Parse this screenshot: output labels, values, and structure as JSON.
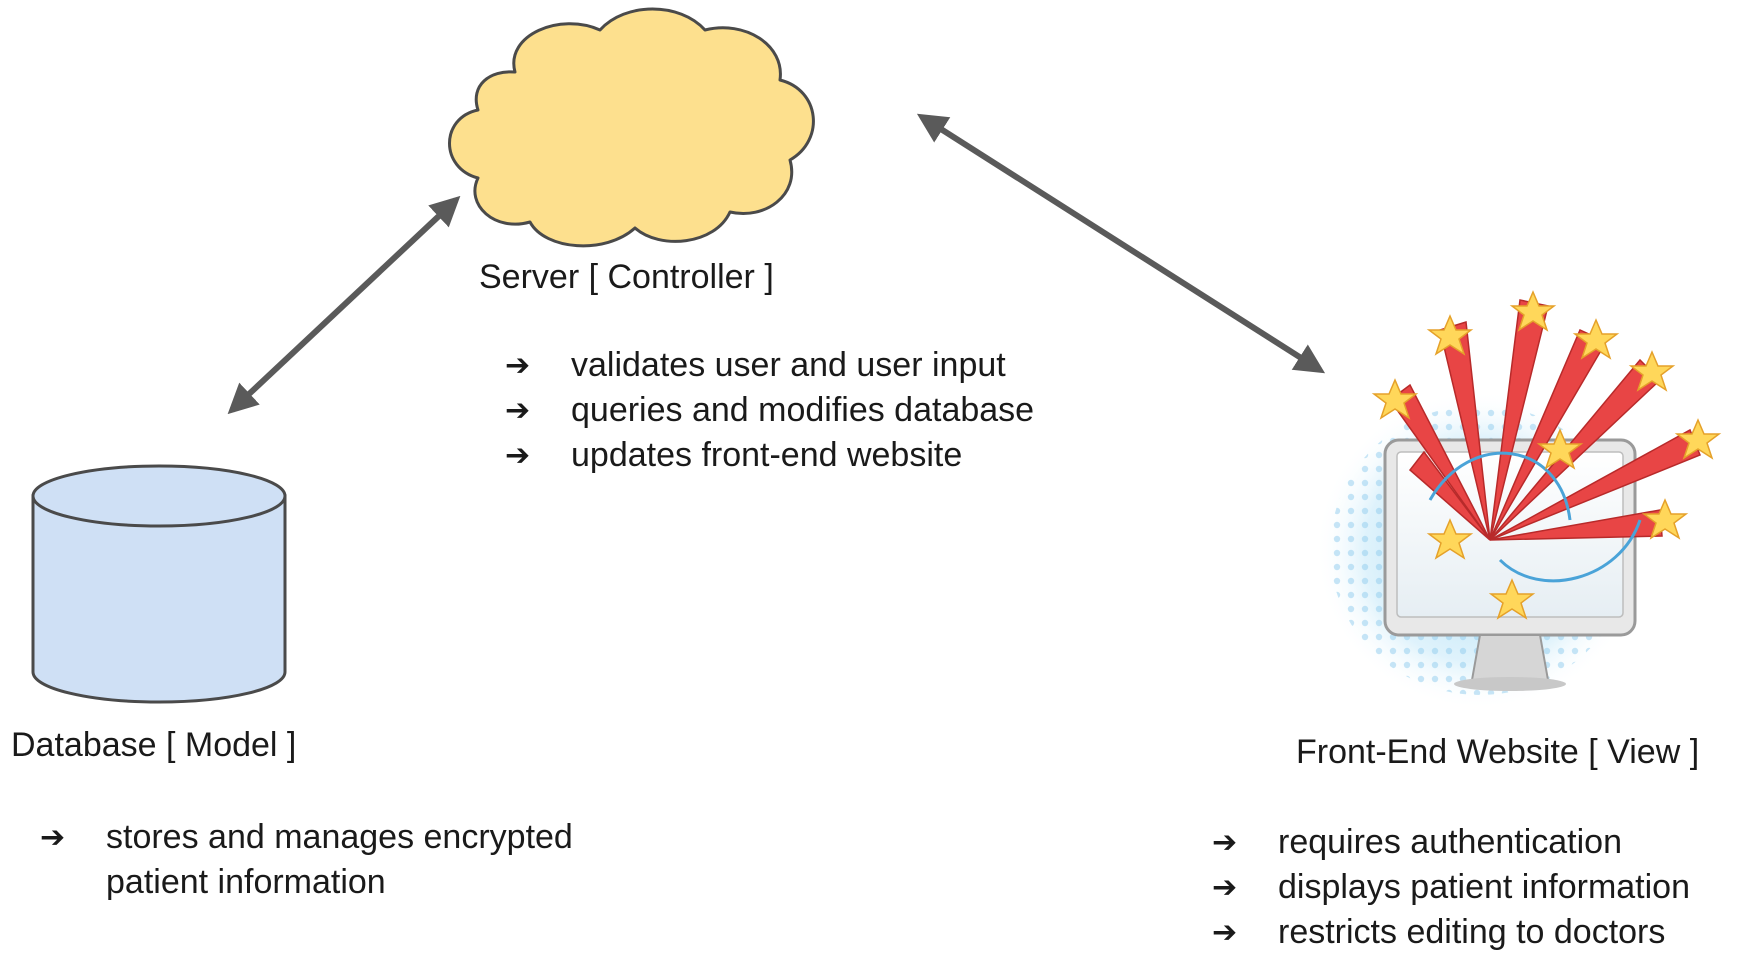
{
  "server": {
    "title": "Server  [ Controller ]",
    "bullets": [
      "validates user and user input",
      "queries and modifies database",
      "updates front-end website"
    ]
  },
  "database": {
    "title": "Database  [ Model ]",
    "bullets": [
      "stores and manages encrypted patient information"
    ]
  },
  "frontend": {
    "title": "Front-End Website  [ View ]",
    "bullets": [
      "requires authentication",
      "displays patient information",
      "restricts editing to doctors"
    ]
  },
  "bullet_glyph": "➔",
  "colors": {
    "cloud_fill": "#fde08e",
    "cylinder_fill": "#cfe0f5",
    "outline": "#4a4a4a",
    "arrow": "#5a5a5a",
    "monitor_frame": "#e8e8e8",
    "burst_red": "#e84545",
    "star_yellow": "#ffd75a"
  }
}
